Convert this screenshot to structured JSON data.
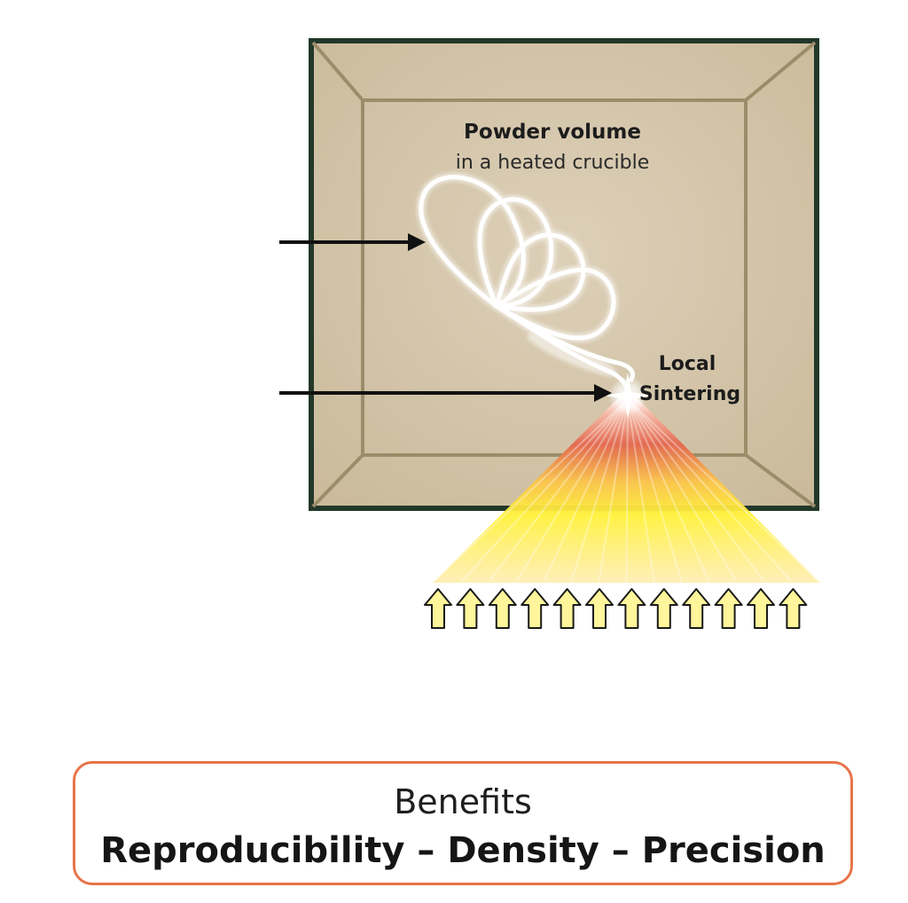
{
  "diagram": {
    "crucible_label": {
      "title": "Powder volume",
      "subtitle": "in a heated crucible"
    },
    "sintering_label": {
      "line1": "Local",
      "line2": "Sintering"
    },
    "arrow_count": 12,
    "colors": {
      "frame": "#22382a",
      "chamber_fill": "#d9cbb3",
      "inner_line": "#9c8d6a",
      "beam_yellow": "#ffe838",
      "beam_red": "#e4664d",
      "arrow_fill": "#fff59a",
      "trajectory": "#ffffff",
      "pointer": "#111111"
    },
    "icons": {
      "pointer_arrows": "arrow-right-icon",
      "heat_arrows": "arrow-up-icon",
      "focal_point": "sparkle-icon"
    }
  },
  "benefits": {
    "title": "Benefits",
    "items": "Reproducibility – Density – Precision",
    "border_color": "#e8744a"
  }
}
